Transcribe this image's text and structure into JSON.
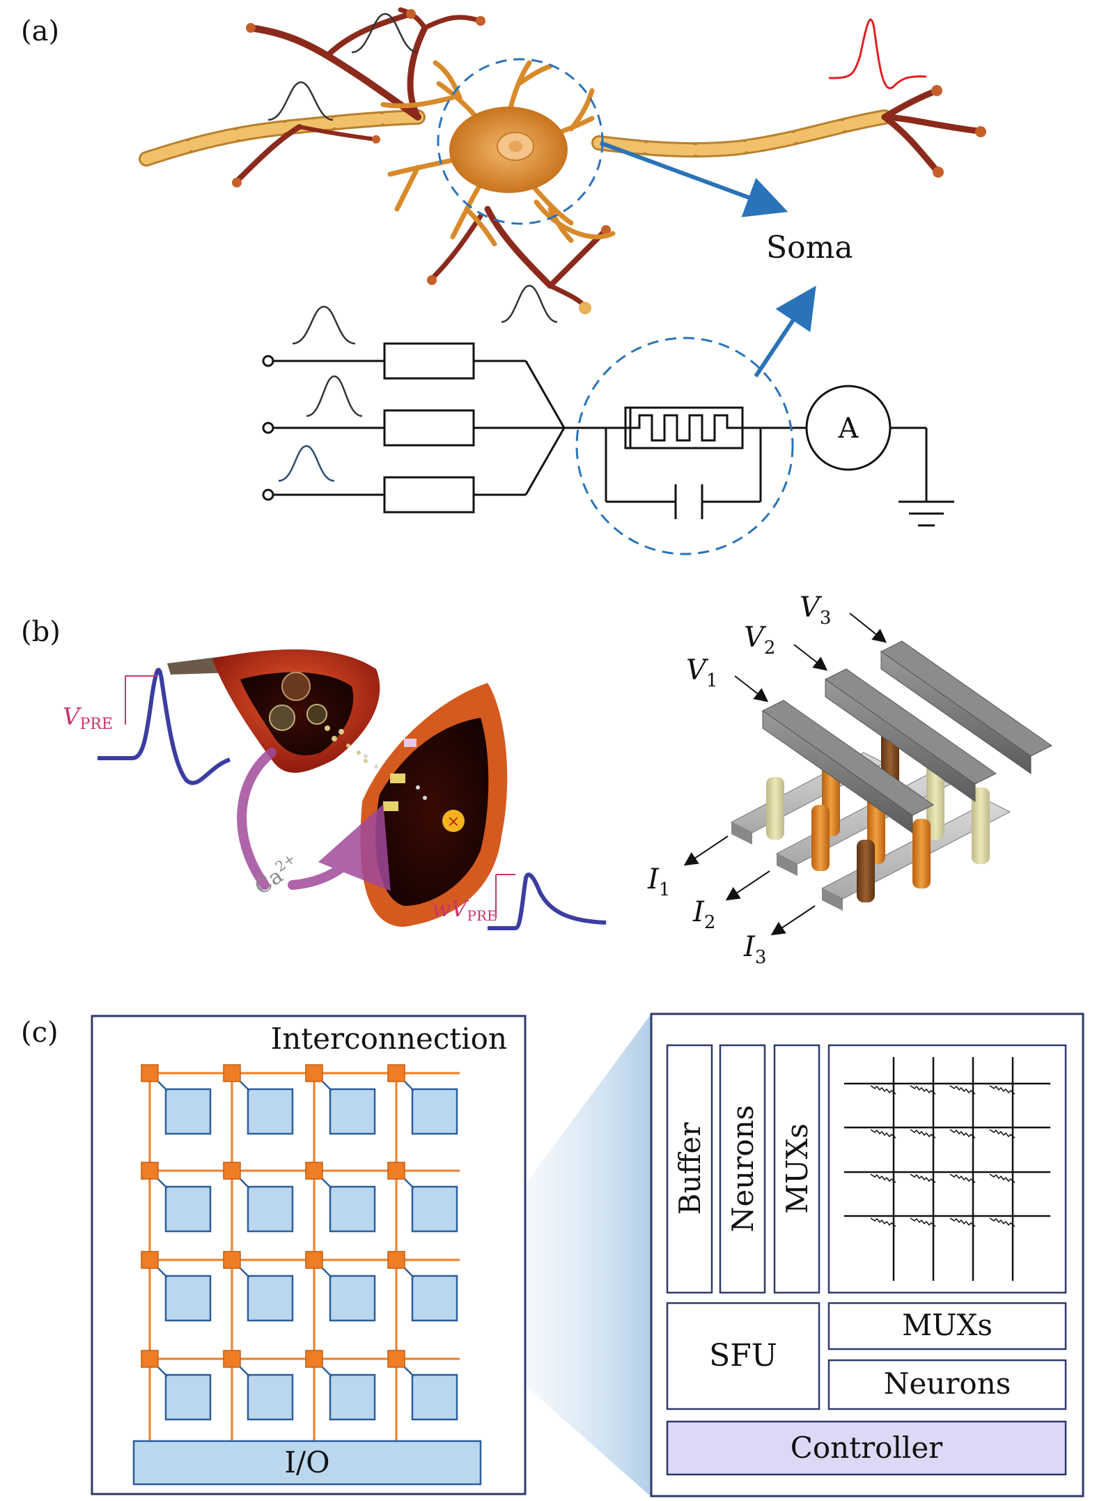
{
  "panels": {
    "a": {
      "label": "(a)",
      "soma_label": "Soma",
      "ammeter_label": "A",
      "colors": {
        "axon": "#e8b15a",
        "dendrite": "#8b2a1c",
        "soma": "#d88a2a",
        "spike_out": "#e02020",
        "highlight": "#2b73b8"
      }
    },
    "b": {
      "label": "(b)",
      "v_pre": "V",
      "v_pre_sub": "PRE",
      "wv_pre": "wV",
      "wv_pre_sub": "PRE",
      "ca": "Ca",
      "ca_sup": "2+",
      "crossbar": {
        "v_labels": [
          {
            "main": "V",
            "sub": "1"
          },
          {
            "main": "V",
            "sub": "2"
          },
          {
            "main": "V",
            "sub": "3"
          }
        ],
        "i_labels": [
          {
            "main": "I",
            "sub": "1"
          },
          {
            "main": "I",
            "sub": "2"
          },
          {
            "main": "I",
            "sub": "3"
          }
        ]
      },
      "colors": {
        "pink_text": "#c8356e",
        "pulse": "#3b3ea0",
        "arrow": "#a04a9a"
      }
    },
    "c": {
      "label": "(c)",
      "interconnection": "Interconnection",
      "io": "I/O",
      "core": {
        "buffer": "Buffer",
        "neurons_vertical": "Neurons",
        "muxs_vertical": "MUXs",
        "sfu": "SFU",
        "muxs": "MUXs",
        "neurons": "Neurons",
        "controller": "Controller"
      },
      "colors": {
        "router": "#ef7d25",
        "tile": "#bad7ee",
        "tile_border": "#2c5e9c",
        "io": "#bad7ee",
        "controller": "#dcd8f5",
        "frame": "#2e3a6a"
      }
    }
  }
}
